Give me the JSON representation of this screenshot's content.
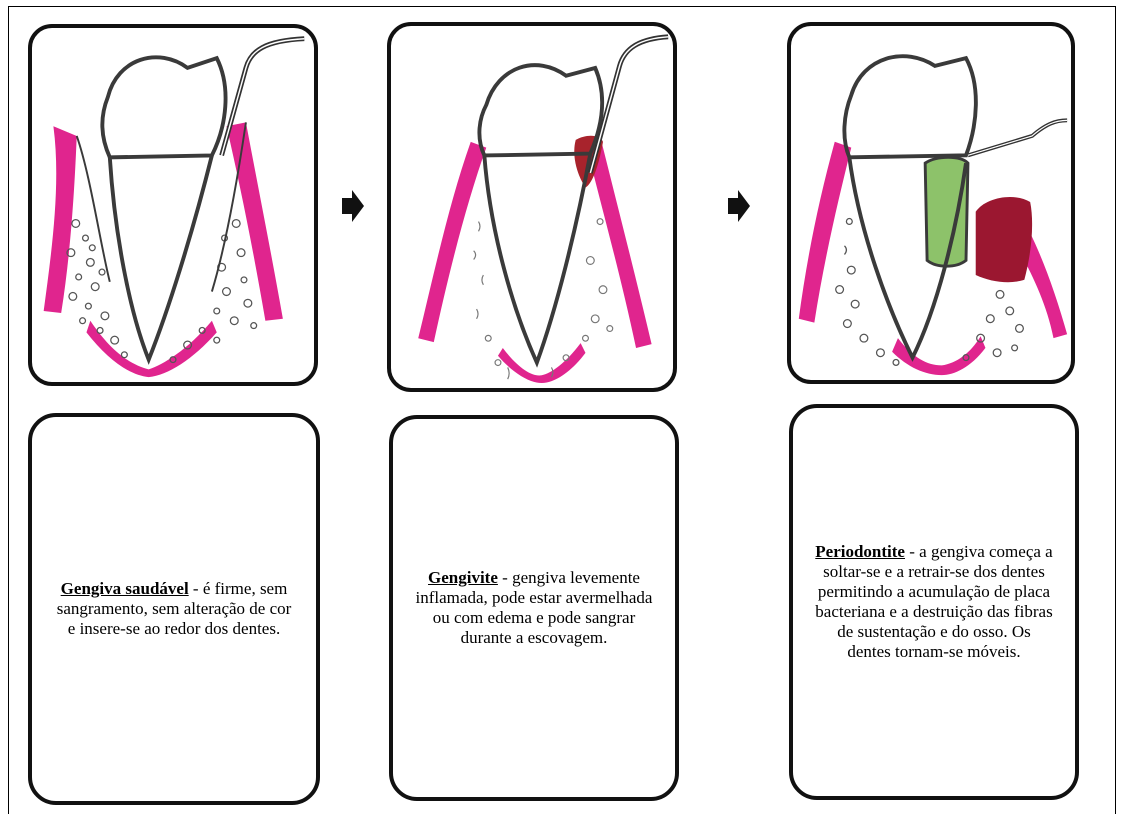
{
  "stages": [
    {
      "term": "Gengiva saudável",
      "description": " - é firme, sem sangramento, sem alteração de cor e insere-se ao redor dos dentes."
    },
    {
      "term": "Gengivite",
      "description": " - gengiva levemente inflamada, pode estar avermelhada ou com edema e pode sangrar durante a escovagem."
    },
    {
      "term": "Periodontite",
      "description": " - a gengiva começa a soltar-se e a retrair-se dos dentes permitindo a acumulação de placa bacteriana e a destruição das fibras de sustentação e do osso. Os dentes tornam-se móveis."
    }
  ],
  "arrows": [
    "right-arrow-icon",
    "right-arrow-icon"
  ],
  "colors": {
    "gum_healthy": "#e0258e",
    "inflamed": "#a8232c",
    "plaque": "#8dc26a",
    "inflamed_gum_tissue": "#9b1730",
    "outline": "#3a3a3a",
    "border": "#111111"
  }
}
